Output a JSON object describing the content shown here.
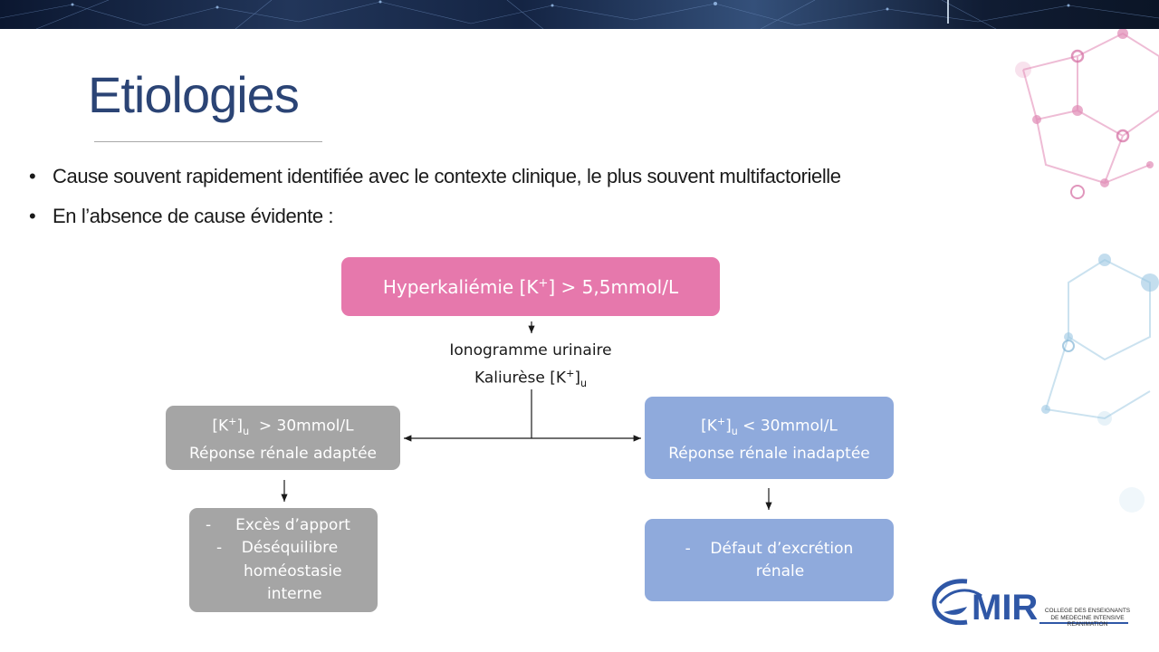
{
  "slide": {
    "title": "Etiologies",
    "bullets": [
      "Cause souvent rapidement identifiée avec le contexte clinique, le plus souvent multifactorielle",
      "En l’absence de cause évidente :"
    ]
  },
  "flowchart": {
    "main": {
      "prefix": "Hyperkaliémie [K",
      "sup": "+",
      "suffix": "] > 5,5mmol/L"
    },
    "middle": {
      "line1": "Ionogramme urinaire",
      "line2_prefix": "Kaliurèse [K",
      "line2_sup": "+",
      "line2_close": "]",
      "line2_sub": "u"
    },
    "left": {
      "line1_prefix": "[K",
      "line1_sup": "+",
      "line1_close": "]",
      "line1_sub": "u",
      "line1_suffix": "  > 30mmol/L",
      "line2": "Réponse rénale adaptée"
    },
    "right": {
      "line1_prefix": "[K",
      "line1_sup": "+",
      "line1_close": "]",
      "line1_sub": "u",
      "line1_suffix": " < 30mmol/L",
      "line2": "Réponse rénale inadaptée"
    },
    "left_result": {
      "items": [
        "Excès d’apport",
        "Déséquilibre"
      ],
      "continuation": [
        "homéostasie",
        "interne"
      ]
    },
    "right_result": {
      "line1": "Défaut d’excrétion",
      "line2": "rénale"
    },
    "colors": {
      "main": "#e678ac",
      "left": "#a5a5a5",
      "right": "#8faadc"
    }
  },
  "logo": {
    "text": "MIR",
    "caption": [
      "COLLEGE DES ENSEIGNANTS",
      "DE MEDECINE INTENSIVE",
      "REANIMATION"
    ]
  }
}
